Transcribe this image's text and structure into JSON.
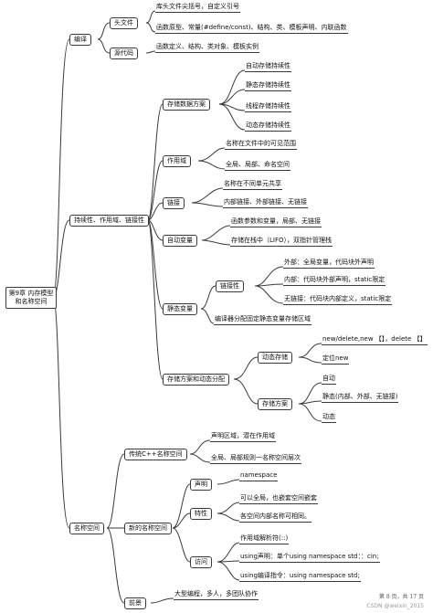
{
  "root": "第9章 内存模型和名称空间",
  "branches": {
    "compile": {
      "label": "编译",
      "header_files": {
        "label": "头文件",
        "leaves": [
          "库头文件尖括号，自定义引号",
          "函数原型、常量(#define/const)、结构、类、模板声明、内联函数"
        ]
      },
      "source_code": {
        "label": "源代码",
        "leaves": [
          "函数定义、结构、类对象、模板实例"
        ]
      }
    },
    "persistence": {
      "label": "持续性、作用域、链接性",
      "storage_schemes": {
        "label": "存储数据方案",
        "leaves": [
          "自动存储持续性",
          "静态存储持续性",
          "线程存储持续性",
          "动态存储持续性"
        ]
      },
      "scope": {
        "label": "作用域",
        "leaves": [
          "名称在文件中的可见范围",
          "全局、局部、命名空间"
        ]
      },
      "linkage": {
        "label": "链接",
        "leaves": [
          "名称在不同单元共享",
          "内部链接、外部链接、无链接"
        ]
      },
      "auto_var": {
        "label": "自动变量",
        "leaves": [
          "函数参数和变量，局部、无链接",
          "存储在栈中（LIFO），双指针管理栈"
        ]
      },
      "static_var": {
        "label": "静态变量",
        "linkage_box": "链接性",
        "linkage_leaves": [
          "外部：全局变量，代码块外声明",
          "内部：代码块外部声明，static限定",
          "无链接：代码块内部定义，static限定"
        ],
        "note": "编译器分配固定静态变量存储区域"
      },
      "dynamic": {
        "label": "存储方案和动态分配",
        "dyn_storage": {
          "label": "动态存储",
          "leaves": [
            "new/delete,new 【】，delete 【】",
            "定位new"
          ]
        },
        "schemes": {
          "label": "存储方案",
          "leaves": [
            "自动",
            "静态(内部、外部、无链接)",
            "动态"
          ]
        }
      }
    },
    "namespace": {
      "label": "名称空间",
      "traditional": {
        "label": "传统C++名称空间",
        "leaves": [
          "声明区域，潜在作用域",
          "全局、局部规则一名称空间层次"
        ]
      },
      "new_ns": {
        "label": "新的名称空间",
        "declare": {
          "label": "声明",
          "leaves": [
            "namespace"
          ]
        },
        "features": {
          "label": "特性",
          "leaves": [
            "可以全局，也嵌套空间嵌套",
            "各空间内部名称可相同。"
          ]
        },
        "access": {
          "label": "访问",
          "leaves": [
            "作用域解析符(::)",
            "using声明：单个using namespace std：：cin;",
            "using编译指令：using namespace std;"
          ]
        }
      },
      "prospect": {
        "label": "前景",
        "leaves": [
          "大型编程，多人，多团队协作"
        ]
      }
    }
  },
  "footer": {
    "page": "第 8 页，共 17 页",
    "watermark": "CSDN @weixin_2015"
  }
}
